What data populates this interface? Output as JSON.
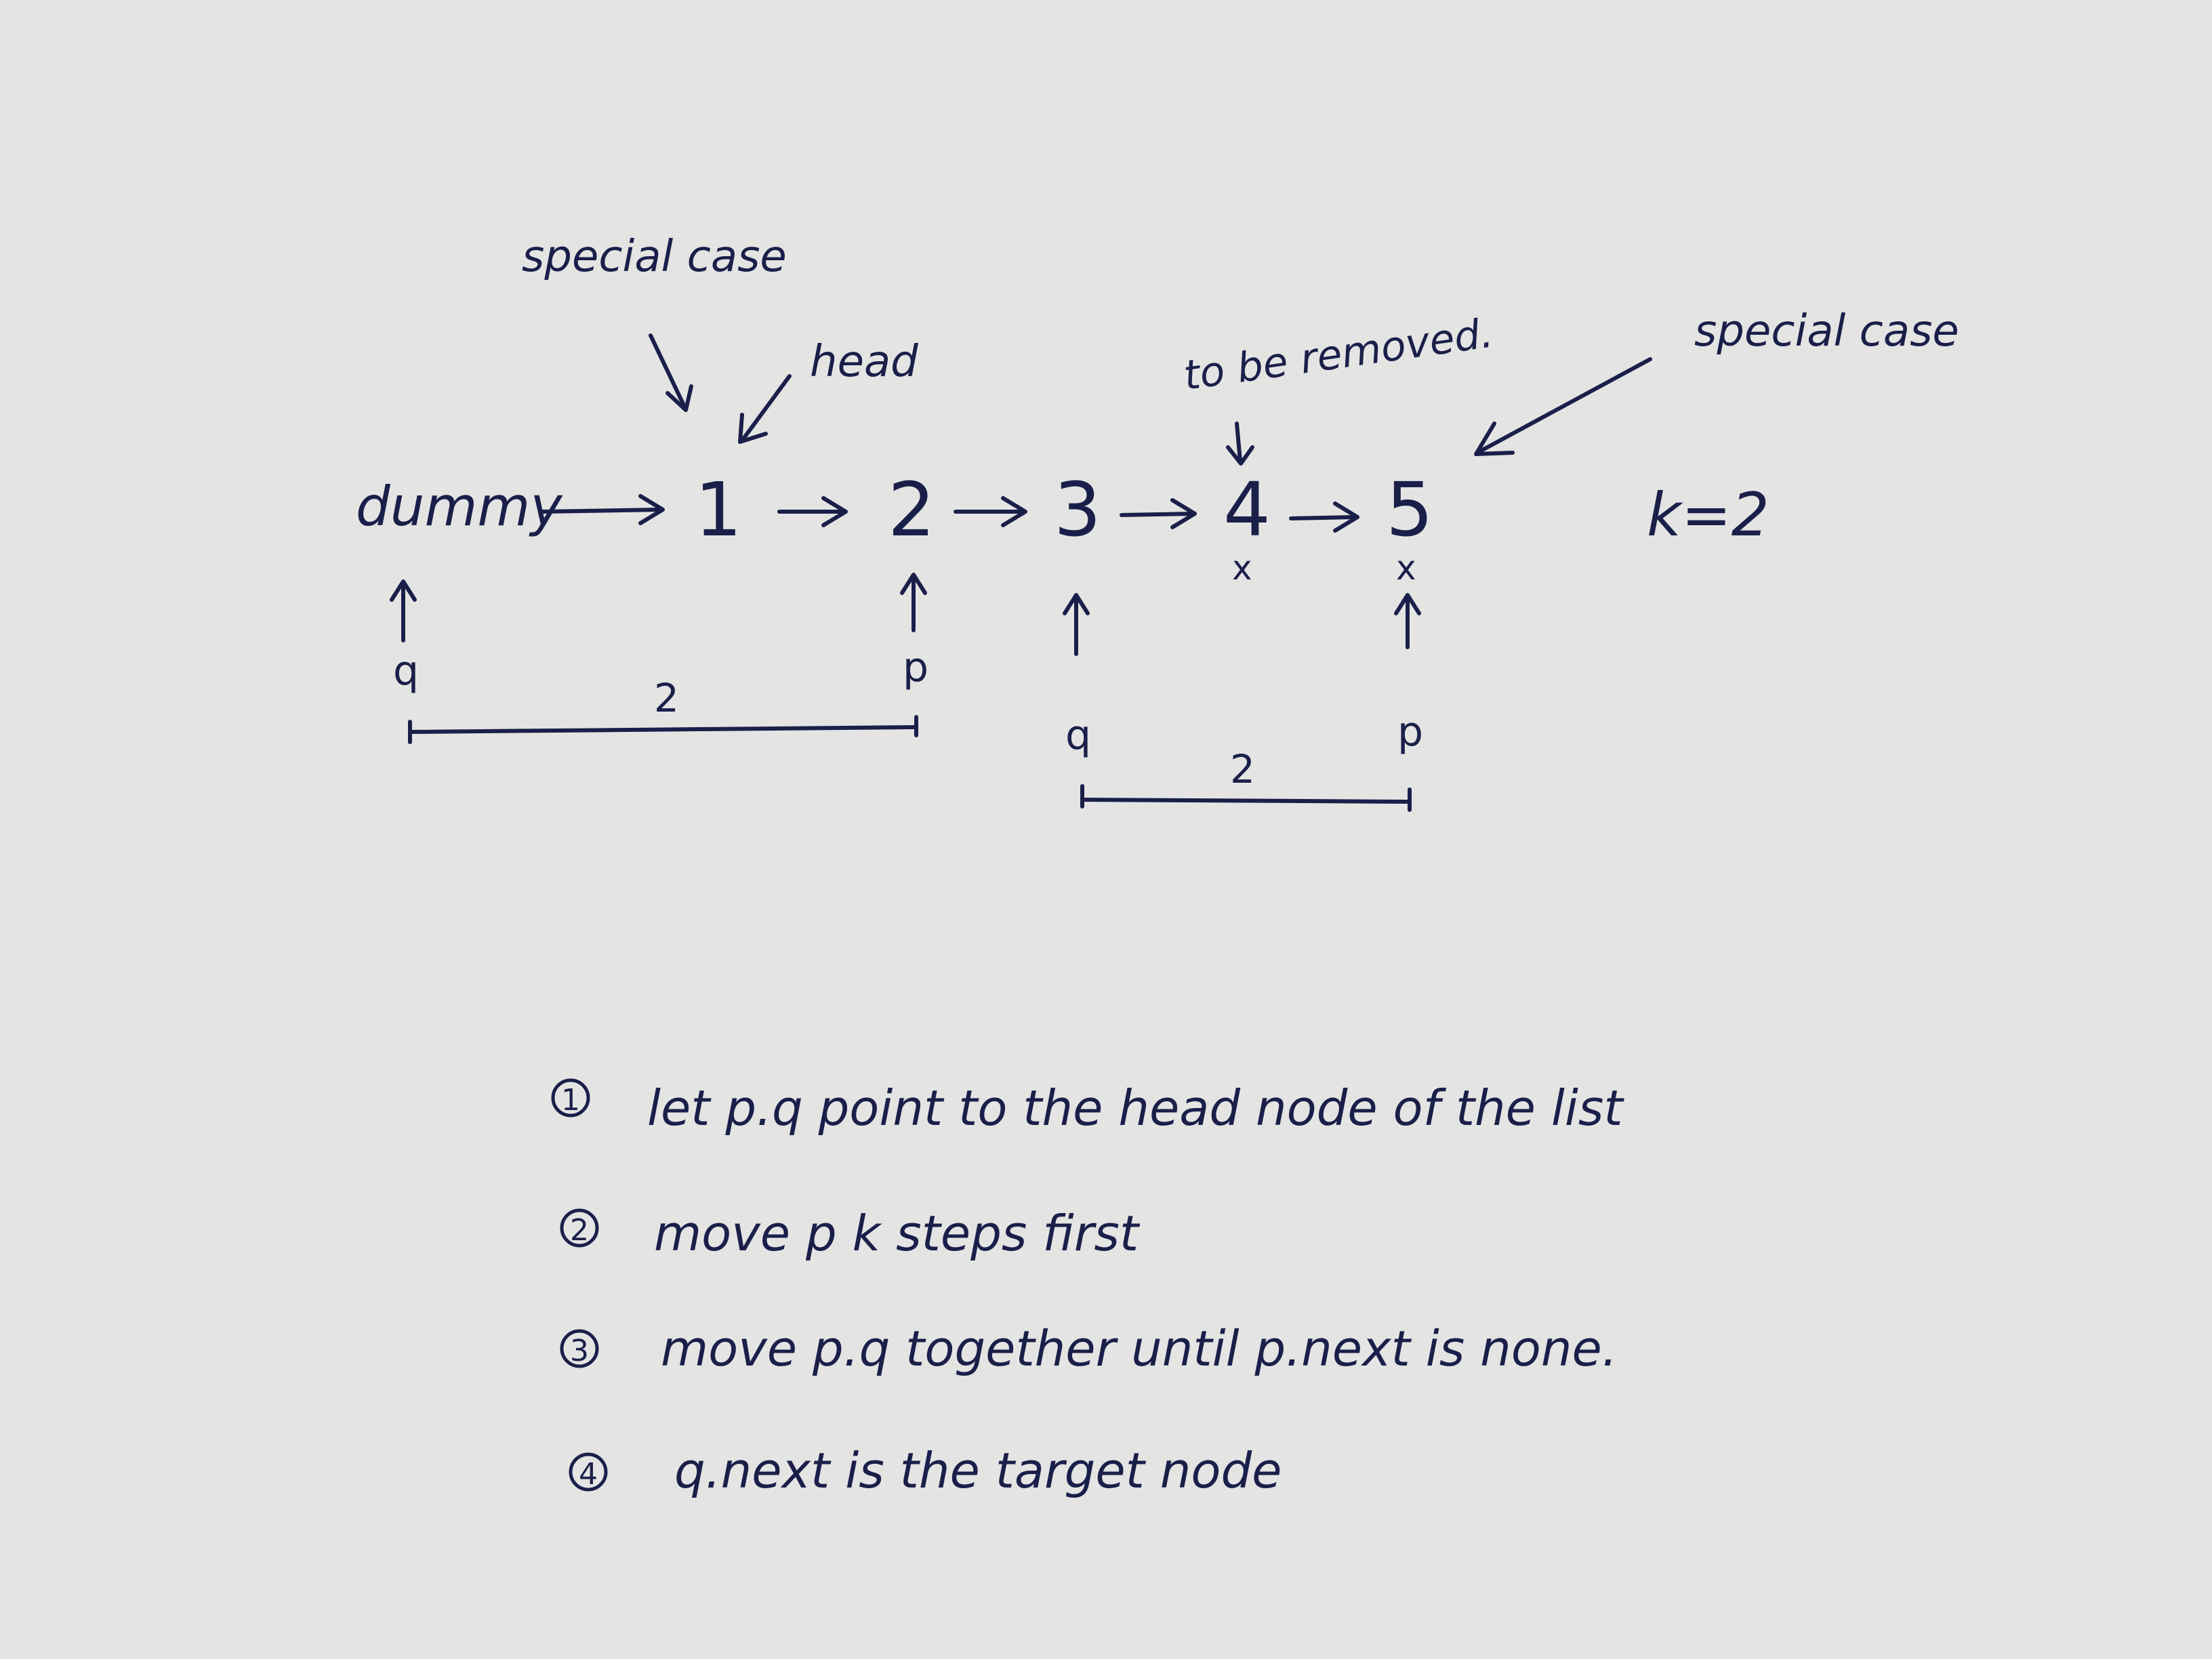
{
  "diagram": {
    "annotations": {
      "special_case_left": "special case",
      "head": "head",
      "to_be_removed": "to be removed.",
      "special_case_right": "special case",
      "k_equals": "k=2"
    },
    "nodes": [
      "dummy",
      "1",
      "2",
      "3",
      "4",
      "5"
    ],
    "marks": [
      "x",
      "x"
    ],
    "pointers_first": {
      "q": "q",
      "p": "p",
      "gap": "2"
    },
    "pointers_second": {
      "q": "q",
      "p": "p",
      "gap": "2"
    }
  },
  "steps": [
    {
      "num": "1",
      "text": "let p.q point to the head node of the list"
    },
    {
      "num": "2",
      "text": "move p k steps first"
    },
    {
      "num": "3",
      "text": "move p.q together until p.next is none."
    },
    {
      "num": "4",
      "text": "q.next is the target node"
    }
  ],
  "colors": {
    "ink": "#1a1f4a",
    "board": "#e4e4e3"
  }
}
